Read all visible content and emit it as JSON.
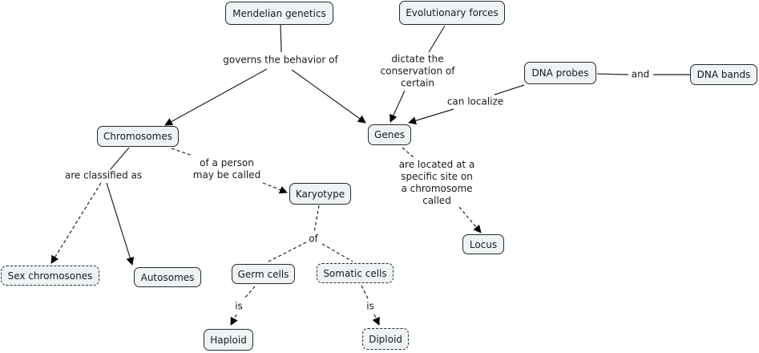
{
  "concepts": {
    "mendelian_genetics": "Mendelian genetics",
    "evolutionary_forces": "Evolutionary forces",
    "dna_probes": "DNA probes",
    "dna_bands": "DNA bands",
    "chromosomes": "Chromosomes",
    "genes": "Genes",
    "karyotype": "Karyotype",
    "locus": "Locus",
    "sex_chromosones": "Sex chromosones",
    "autosomes": "Autosomes",
    "germ_cells": "Germ cells",
    "somatic_cells": "Somatic cells",
    "haploid": "Haploid",
    "diploid": "Diploid"
  },
  "links": {
    "governs": "governs the behavior of",
    "dictate": "dictate the\nconservation of\ncertain",
    "and": "and",
    "can_localize": "can localize",
    "classified": "are classified as",
    "of_person": "of a person\nmay be called",
    "located": "are located at a\nspecific site on\na chromosome\ncalled",
    "of": "of",
    "is_germ": "is",
    "is_somatic": "is"
  }
}
